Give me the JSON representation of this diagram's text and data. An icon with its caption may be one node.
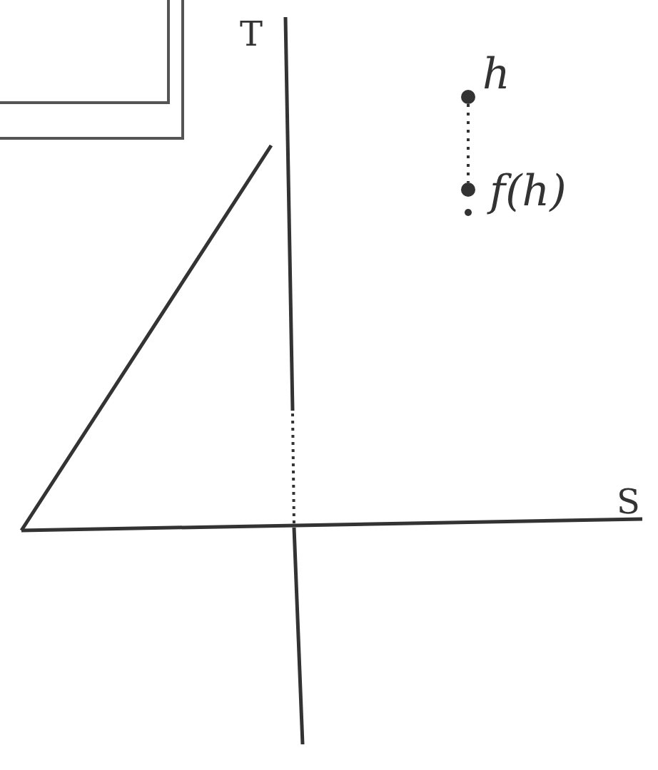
{
  "diagram": {
    "nodes": [
      {
        "text": [],
        "shape": "circle",
        "beside": [
          "h"
        ]
      },
      {
        "text": [],
        "shape": "circle",
        "beside": [
          "f(h)"
        ]
      }
    ],
    "edges": [
      {
        "from": 0,
        "to": 1,
        "arrow": "none",
        "style": "dashed"
      }
    ],
    "labels": [
      "T",
      "S"
    ]
  }
}
